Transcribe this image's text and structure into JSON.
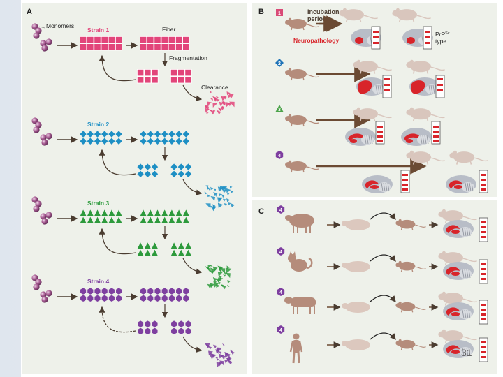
{
  "panels": {
    "a": {
      "letter": "A",
      "monomers_label": "Monomers",
      "fiber_label": "Fiber",
      "fragmentation_label": "Fragmentation",
      "clearance_label": "Clearance",
      "strains": [
        {
          "name": "Strain 1",
          "shape": "square",
          "color": "#e2457a"
        },
        {
          "name": "Strain 2",
          "shape": "diamond",
          "color": "#1d8fc4"
        },
        {
          "name": "Strain 3",
          "shape": "triangle",
          "color": "#2d9a3c"
        },
        {
          "name": "Strain 4",
          "shape": "hexagon",
          "color": "#7e3fa0"
        }
      ]
    },
    "b": {
      "letter": "B",
      "incubation_line1": "Incubation",
      "incubation_line2": "period",
      "neuropathology_label": "Neuropathology",
      "prp_line1": "PrP",
      "prp_superscript": "Sc",
      "prp_line2": "type",
      "badges": [
        "1",
        "2",
        "3",
        "4"
      ]
    },
    "c": {
      "letter": "C",
      "badges": [
        "4",
        "4",
        "4",
        "4"
      ],
      "hosts": [
        "sheep-icon",
        "cat-icon",
        "cow-icon",
        "human-icon"
      ]
    }
  },
  "slide_number": "31",
  "colors": {
    "panel_bg": "#eef1ea",
    "frame": "#ffffff",
    "neuropathology_red": "#d8242a",
    "badge_purple": "#7e3fa0",
    "badge_blue": "#1f73b7",
    "badge_green": "#4ca34a",
    "badge_pink": "#d94a77",
    "arrow": "#5b4636"
  }
}
